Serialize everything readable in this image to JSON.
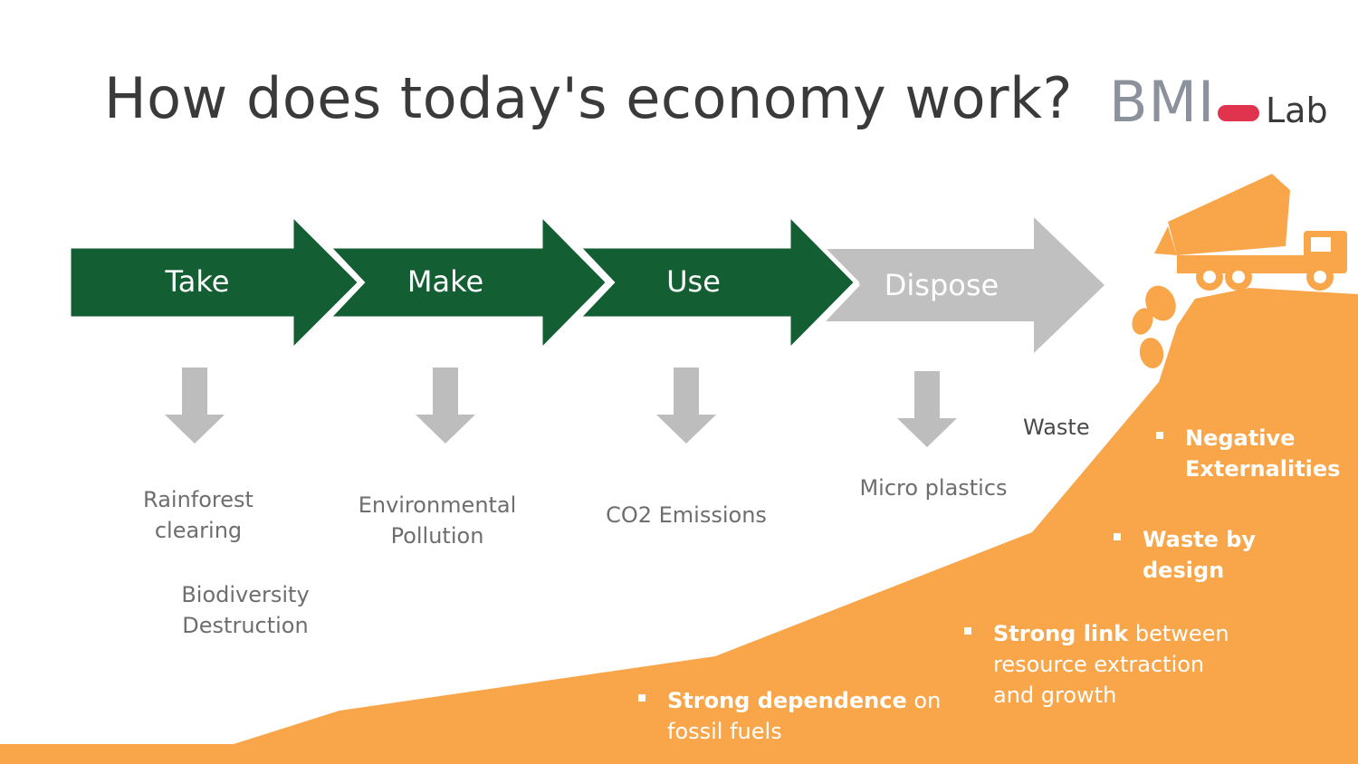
{
  "title": "How does today's economy work?",
  "logo": {
    "main": "BMI",
    "sub": "Lab",
    "accent_color": "#e0344e"
  },
  "process": {
    "steps": [
      {
        "label": "Take",
        "color": "#135e33"
      },
      {
        "label": "Make",
        "color": "#135e33"
      },
      {
        "label": "Use",
        "color": "#135e33"
      },
      {
        "label": "Dispose",
        "color": "#c0c0c0"
      }
    ]
  },
  "effects": {
    "rainforest": "Rainforest clearing",
    "biodiversity": "Biodiversity Destruction",
    "pollution": "Environmental Pollution",
    "co2": "CO2 Emissions",
    "microplastics": "Micro plastics"
  },
  "waste_label": "Waste",
  "hill_color": "#f9a64a",
  "bullets": {
    "fossil": {
      "bold": "Strong dependence",
      "rest": " on fossil fuels"
    },
    "link": {
      "bold": "Strong link",
      "rest": " between resource extraction and growth"
    },
    "waste_design": {
      "bold": "Waste by design",
      "rest": ""
    },
    "externalities": {
      "bold": "Negative Externalities",
      "rest": ""
    }
  }
}
